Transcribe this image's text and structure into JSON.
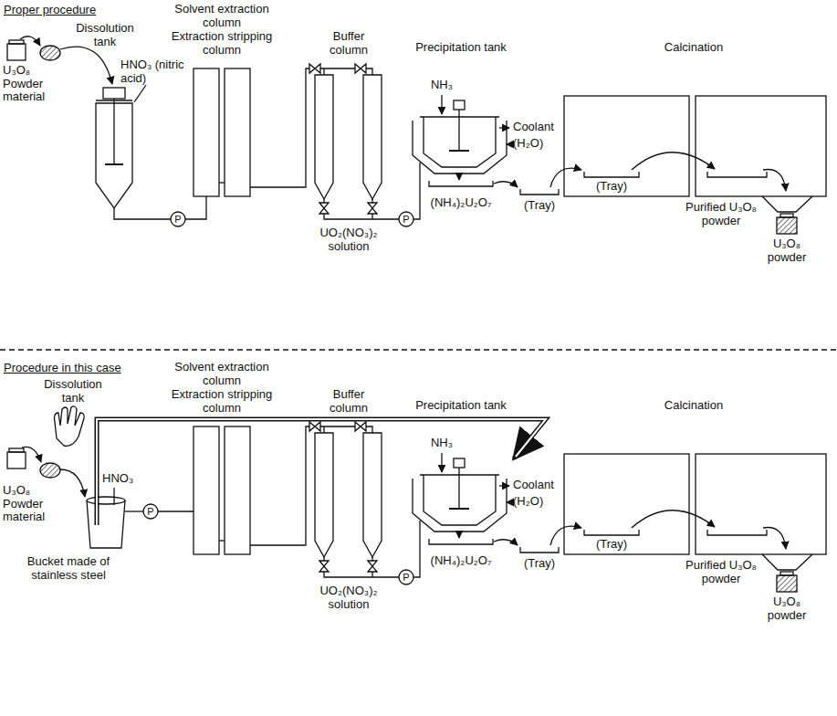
{
  "diagram": {
    "labels": [
      "Proper procedure",
      "Solvent extraction column",
      "Extraction stripping column",
      "Dissolution tank",
      "HNO₃ (nitric acid)",
      "U₃O₈ Powder material",
      "Buffer column",
      "Precipitation tank",
      "Calcination",
      "NH₃",
      "Coolant",
      "(H₂O)",
      "P",
      "P",
      "UO₂(NO₃)₂ solution",
      "(Tray)",
      "(NH₄)₂U₂O₇",
      "(Tray)",
      "Purified U₃O₈ powder",
      "U₃O₈ powder",
      "Procedure in this case",
      "Solvent extraction column",
      "Extraction stripping column",
      "Dissolution tank",
      "Buffer column",
      "Precipitation tank",
      "Calcination",
      "U₃O₈ Powder material",
      "HNO₃",
      "NH₃",
      "Coolant",
      "(H₂O)",
      "P",
      "P",
      "Bucket made of stainless steel",
      "UO₂(NO₃)₂ solution",
      "(Tray)",
      "(NH₄)₂U₂O₇",
      "(Tray)",
      "Purified U₃O₈ powder",
      "U₃O₈ powder"
    ]
  }
}
